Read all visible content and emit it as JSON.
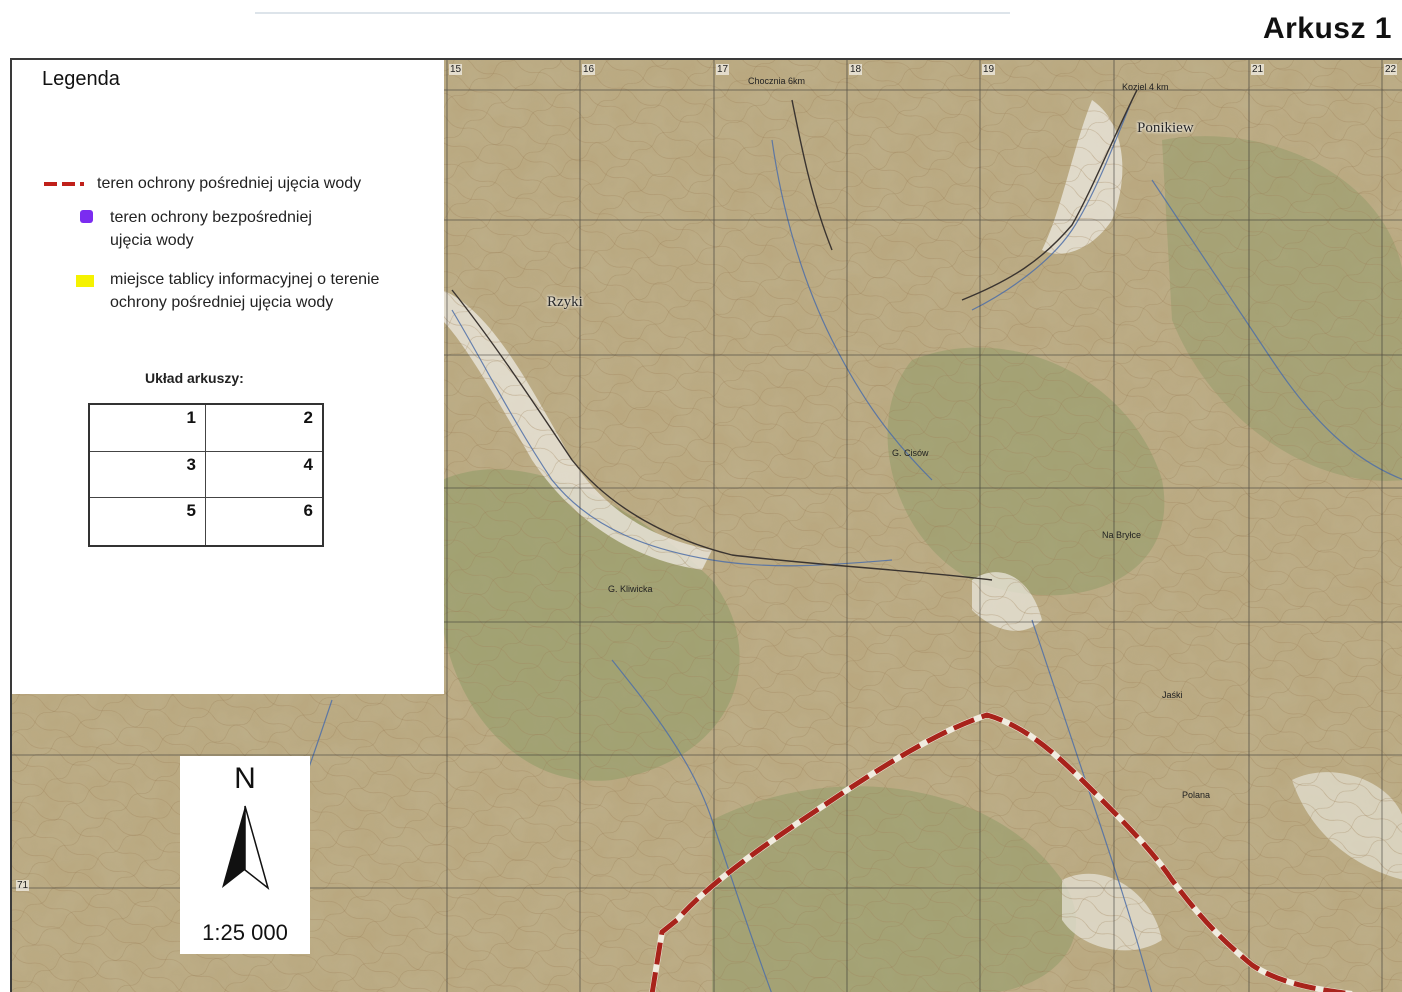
{
  "sheet": {
    "title": "Arkusz 1"
  },
  "legend": {
    "title": "Legenda",
    "items": [
      {
        "symbol": "dashed-red-line-icon",
        "color": "#c0201a",
        "text": "teren ochrony pośredniej ujęcia wody"
      },
      {
        "symbol": "purple-patch-icon",
        "color": "#7b2cf0",
        "text": "teren ochrony bezpośredniej\nujęcia wody"
      },
      {
        "symbol": "yellow-patch-icon",
        "color": "#f5f200",
        "text": "miejsce tablicy informacyjnej o terenie\nochrony pośredniej ujęcia wody"
      }
    ]
  },
  "sheet_layout": {
    "title": "Układ arkuszy:",
    "cells": [
      "1",
      "2",
      "3",
      "4",
      "5",
      "6"
    ]
  },
  "map": {
    "north_label": "N",
    "scale": "1:25 000",
    "places": [
      "Rzyki",
      "Ponikiew"
    ],
    "grid_numbers_top": [
      "15",
      "16",
      "17",
      "18",
      "19",
      "21",
      "22"
    ],
    "grid_numbers_left": [
      "71"
    ],
    "small_labels": [
      "Chocznia 6km",
      "Koziel 4 km",
      "G. Cisów",
      "G. Kliwicka",
      "Jaśki",
      "Polana",
      "Na Bryłce"
    ],
    "colors": {
      "terrain": "#b7a37a",
      "forest": "#8f9a63",
      "boundary": "#b22a20"
    }
  }
}
